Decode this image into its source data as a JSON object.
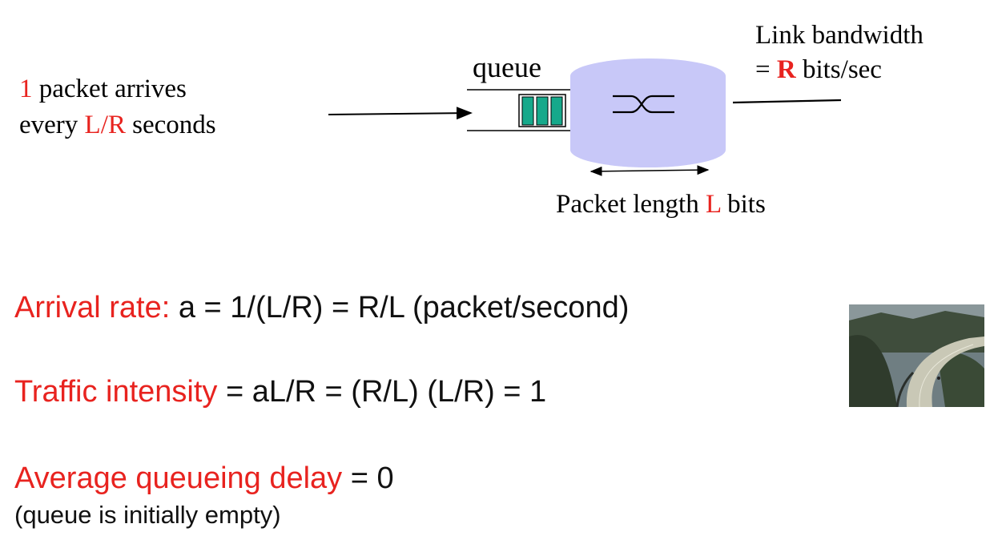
{
  "arrival_text": {
    "count": "1",
    "line1_rest": " packet arrives",
    "line2_prefix": "every ",
    "interval": "L/R",
    "line2_suffix": " seconds"
  },
  "queue_label": "queue",
  "link_bandwidth": {
    "line1": "Link bandwidth",
    "line2_prefix": "= ",
    "rate": "R",
    "line2_suffix": " bits/sec"
  },
  "packet_length": {
    "prefix": "Packet length ",
    "var": "L",
    "suffix": " bits"
  },
  "equations": {
    "arrival": {
      "label": "Arrival rate:",
      "expr": " a = 1/(L/R) = R/L  (packet/second)"
    },
    "traffic": {
      "label": "Traffic intensity",
      "expr": " = aL/R = (R/L) (L/R) =  1"
    },
    "delay": {
      "label": "Average queueing delay",
      "expr": " = 0",
      "note": "(queue is initially empty)"
    }
  },
  "colors": {
    "accent_red": "#e8231f",
    "router_fill": "#c8c8f8",
    "packet_fill": "#16a98b",
    "road_sky": "#6f7e82"
  }
}
